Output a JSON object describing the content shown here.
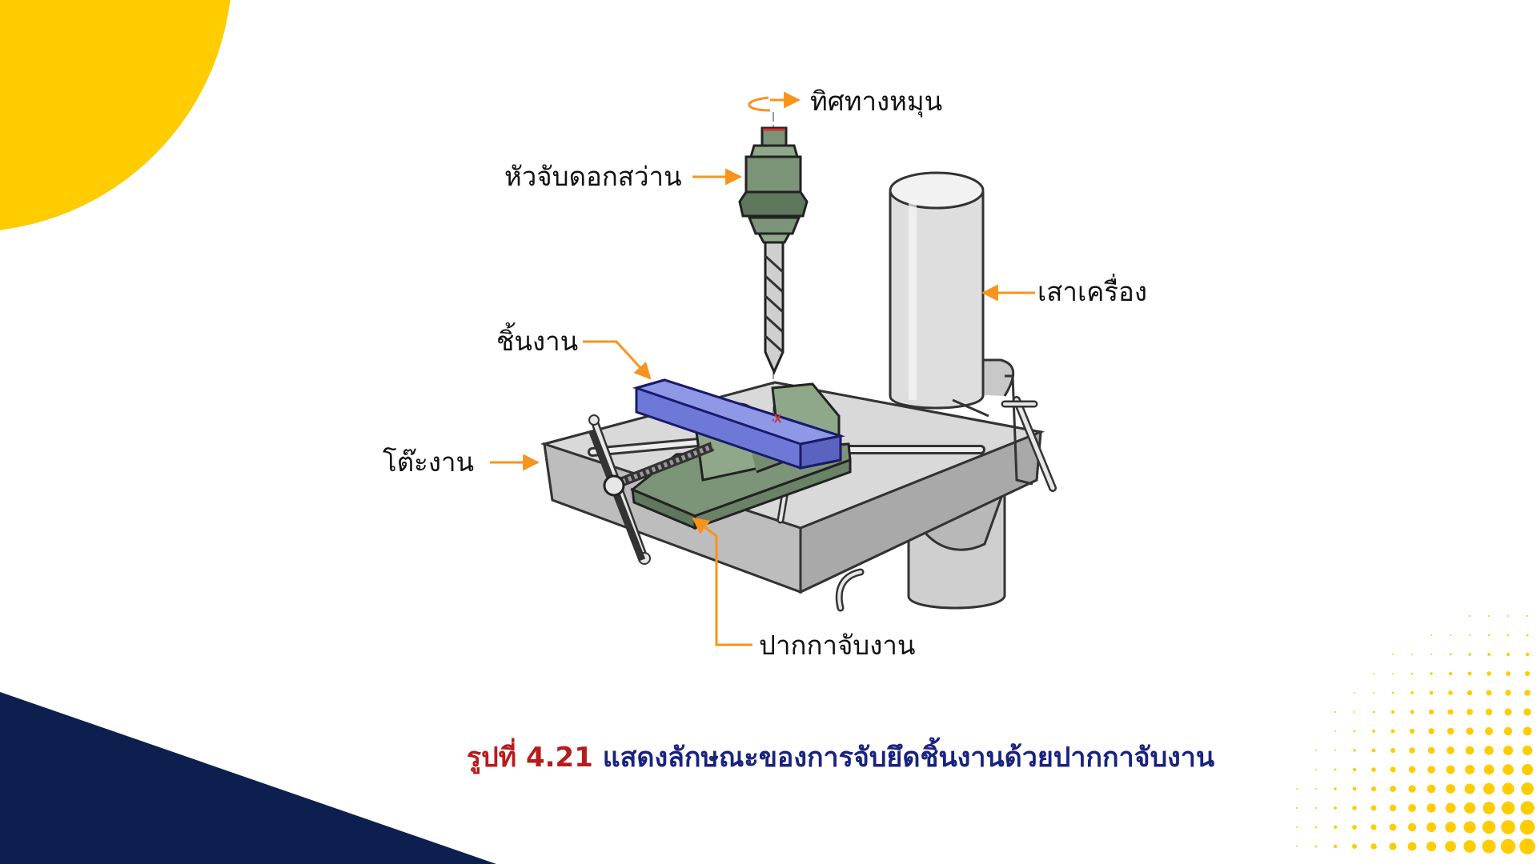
{
  "labels": {
    "rotation_direction": "ทิศทางหมุน",
    "drill_chuck": "หัวจับดอกสว่าน",
    "machine_column": "เสาเครื่อง",
    "workpiece": "ชิ้นงาน",
    "work_table": "โต๊ะงาน",
    "drill_vise": "ปากกาจับงาน"
  },
  "caption": {
    "figure_number": "รูปที่ 4.21",
    "text": "แสดงลักษณะของการจับยึดชิ้นงานด้วยปากกาจับงาน"
  },
  "colors": {
    "accent_yellow": "#FFCC00",
    "navy": "#0D1F4F",
    "arrow_orange": "#F7941D",
    "workpiece_blue": "#6E78D6",
    "vise_green": "#7C9478",
    "cast_iron_gray": "#D3D3D3",
    "caption_red": "#B71C1C",
    "caption_blue": "#1A237E"
  }
}
